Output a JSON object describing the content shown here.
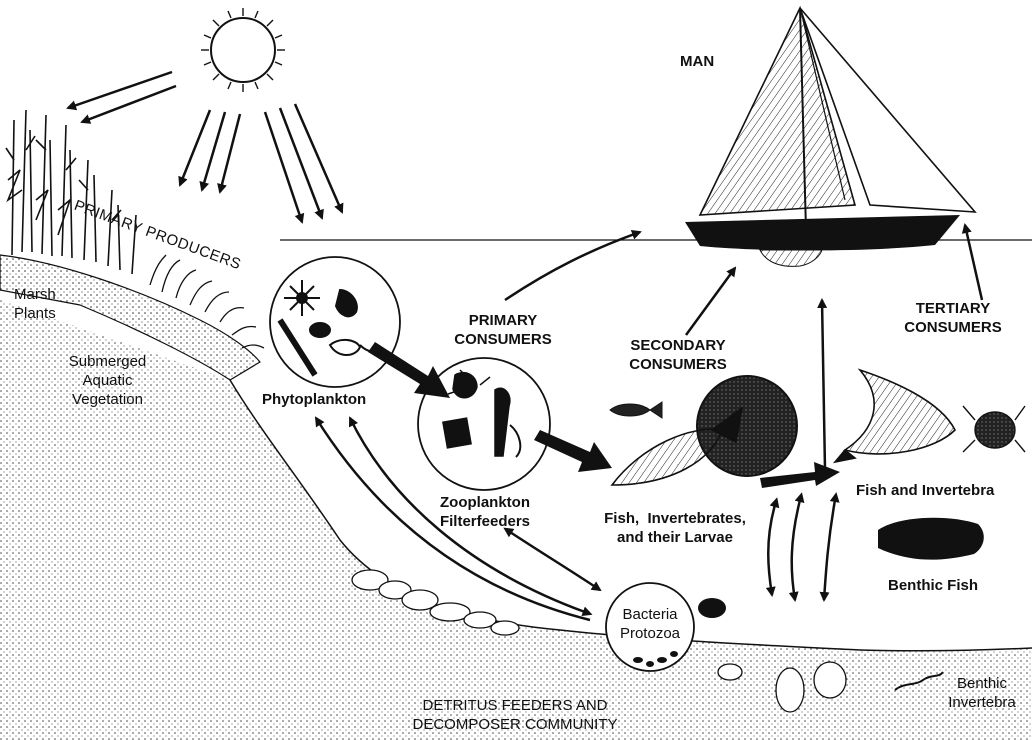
{
  "labels": {
    "man": "MAN",
    "primary_producers": "PRIMARY PRODUCERS",
    "marsh_plants": [
      "Marsh",
      "Plants"
    ],
    "submerged": [
      "Submerged",
      "Aquatic",
      "Vegetation"
    ],
    "phytoplankton": "Phytoplankton",
    "primary_consumers": [
      "PRIMARY",
      "CONSUMERS"
    ],
    "zooplankton": [
      "Zooplankton",
      "Filterfeeders"
    ],
    "secondary_consumers": [
      "SECONDARY",
      "CONSUMERS"
    ],
    "fish_larvae": [
      "Fish,  Invertebrates,",
      "and their Larvae"
    ],
    "tertiary_consumers": [
      "TERTIARY",
      "CONSUMERS"
    ],
    "fish_invertebrates": "Fish and Invertebra",
    "benthic_fish": "Benthic Fish",
    "bacteria": [
      "Bacteria",
      "Protozoa"
    ],
    "detritus": [
      "DETRITUS FEEDERS AND",
      "DECOMPOSER COMMUNITY"
    ],
    "benthic_invertebrates": [
      "Benthic",
      "Invertebra"
    ]
  },
  "colors": {
    "ink": "#111111",
    "paper": "#ffffff",
    "stipple": "#555555"
  }
}
